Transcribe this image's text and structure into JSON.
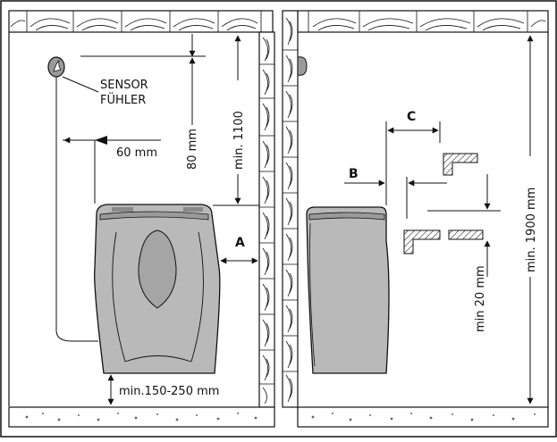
{
  "labels": {
    "sensor_line1": "SENSOR",
    "sensor_line2": "FÜHLER",
    "dim_80": "80 mm",
    "dim_1100": "min. 1100",
    "dim_60": "60 mm",
    "dim_A": "A",
    "dim_floor": "min.150-250 mm",
    "dim_C": "C",
    "dim_B": "B",
    "dim_1900": "min. 1900 mm",
    "dim_20": "min 20 mm"
  },
  "colors": {
    "stove_fill": "#b9b9b9",
    "stove_dark": "#9a9a9a",
    "line": "#111111",
    "hatch": "#222222"
  }
}
